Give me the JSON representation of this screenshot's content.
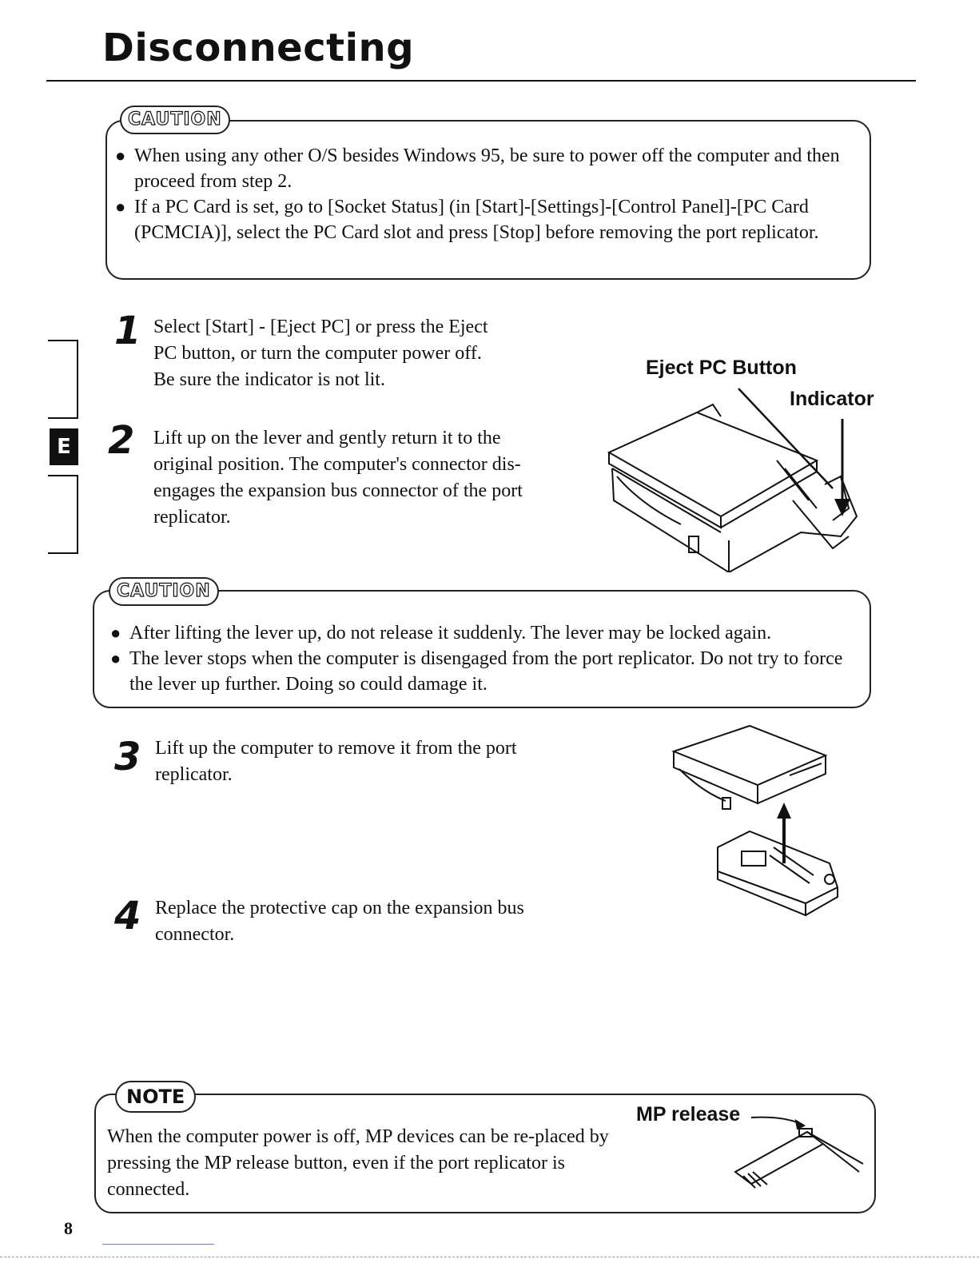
{
  "page_title": "Disconnecting",
  "side_tab_letter": "E",
  "caution1": {
    "badge": "CAUTION",
    "items": [
      "When using any other O/S besides Windows 95, be sure to power off the computer and then proceed from step 2.",
      "If a PC Card is set, go to [Socket Status] (in [Start]-[Settings]-[Control Panel]-[PC Card (PCMCIA)], select the PC Card slot and press [Stop] before removing the port replicator."
    ]
  },
  "steps": [
    {
      "number": "1",
      "text": "Select [Start] - [Eject PC] or press the Eject\nPC button, or turn the computer power off.\nBe sure the indicator is not lit."
    },
    {
      "number": "2",
      "text": "Lift up on the lever and gently return it to the\noriginal position. The computer's connector dis-\nengages the expansion bus connector of the port\nreplicator."
    },
    {
      "number": "3",
      "text": "Lift up the computer to remove it from the port\nreplicator."
    },
    {
      "number": "4",
      "text": "Replace the protective cap on the expansion bus\nconnector."
    }
  ],
  "figure1": {
    "label_eject": "Eject PC Button",
    "label_indicator": "Indicator"
  },
  "caution2": {
    "badge": "CAUTION",
    "items": [
      "After lifting the lever up, do not release it suddenly.  The lever may be locked again.",
      "The lever stops when the computer is disengaged from the port replicator.  Do not try to force the lever up further.  Doing so could damage it."
    ]
  },
  "note": {
    "badge": "NOTE",
    "text": "When the computer power is off, MP devices can be re-placed by pressing the MP release button, even if the port replicator is connected.",
    "figure_label": "MP release"
  },
  "page_number": "8"
}
